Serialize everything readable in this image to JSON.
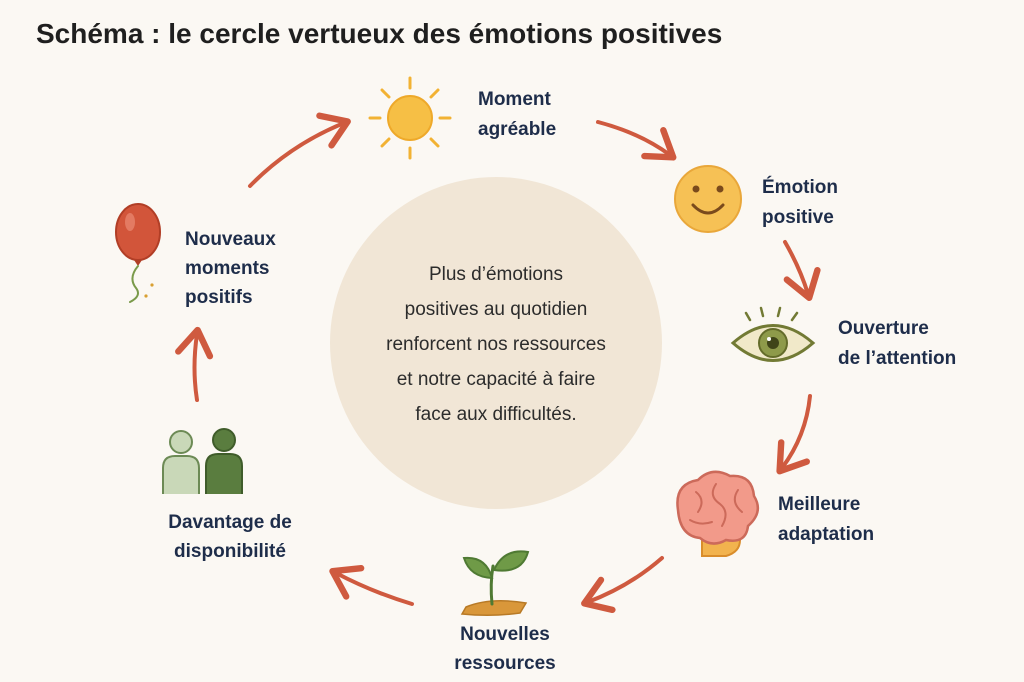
{
  "title": "Schéma : le cercle vertueux des émotions positives",
  "center_text": [
    "Plus d’émotions",
    "positives au quotidien",
    "renforcent nos ressources",
    "et notre capacité à faire",
    "face aux difficultés."
  ],
  "nodes": [
    {
      "id": "moment-agreable",
      "icon": "sun-icon",
      "lines": [
        "Moment",
        "agréable"
      ]
    },
    {
      "id": "emotion-positive",
      "icon": "smiley-icon",
      "lines": [
        "Émotion",
        "positive"
      ]
    },
    {
      "id": "ouverture-attention",
      "icon": "eye-icon",
      "lines": [
        "Ouverture",
        "de l’attention"
      ]
    },
    {
      "id": "meilleure-adaptation",
      "icon": "brain-icon",
      "lines": [
        "Meilleure",
        "adaptation"
      ]
    },
    {
      "id": "nouvelles-ressources",
      "icon": "sprout-icon",
      "lines": [
        "Nouvelles",
        "ressources"
      ]
    },
    {
      "id": "davantage-disponibilite",
      "icon": "people-icon",
      "lines": [
        "Davantage de",
        "disponibilité"
      ]
    },
    {
      "id": "nouveaux-moments",
      "icon": "balloon-icon",
      "lines": [
        "Nouveaux",
        "moments",
        "positifs"
      ]
    }
  ],
  "colors": {
    "background": "#fbf8f3",
    "center_circle": "#f1e6d6",
    "arrow": "#cf5a3f",
    "label": "#1e2d4a"
  }
}
